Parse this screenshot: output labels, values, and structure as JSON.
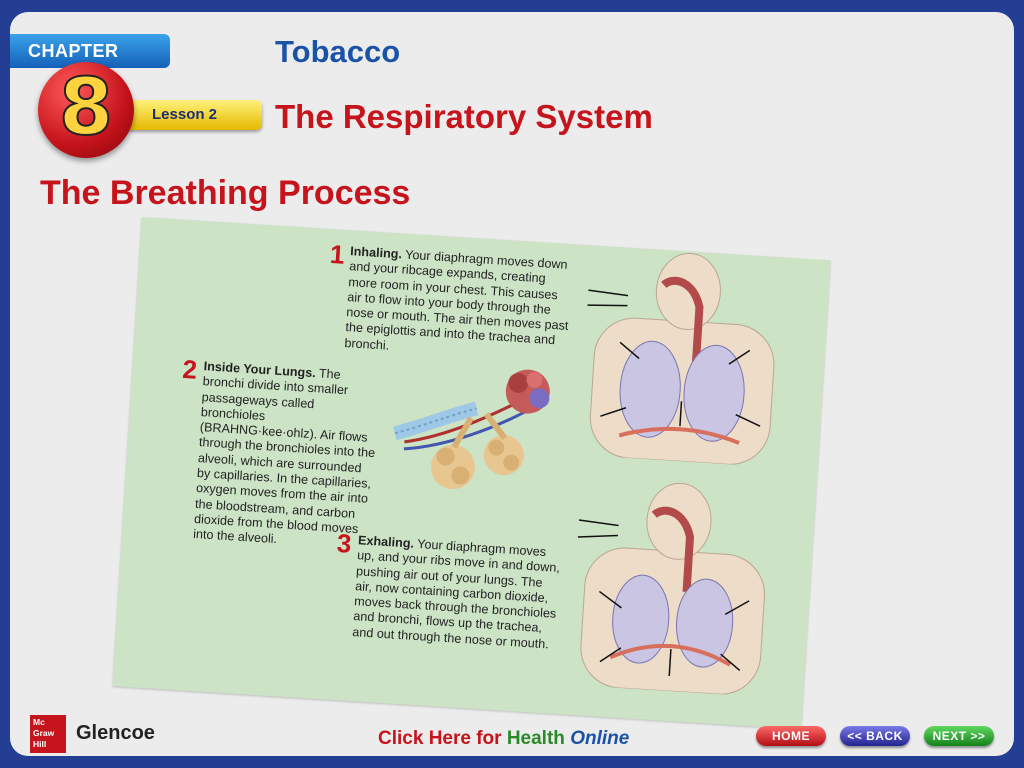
{
  "header": {
    "chapter_label": "CHAPTER",
    "chapter_number": "8",
    "lesson_label": "Lesson 2",
    "unit_title": "Tobacco",
    "lesson_title": "The Respiratory System"
  },
  "slide": {
    "title": "The Breathing Process",
    "steps": [
      {
        "number": "1",
        "heading": "Inhaling.",
        "text": " Your diaphragm moves down and your ribcage expands, creating more room in your chest. This causes air to flow into your body through the nose or mouth. The air then moves past the epiglottis and into the trachea and bronchi."
      },
      {
        "number": "2",
        "heading": "Inside Your Lungs.",
        "text": " The bronchi divide into smaller passageways called bronchioles (BRAHNG·kee·ohlz). Air flows through the bronchioles into the alveoli, which are surrounded by capillaries. In the capillaries, oxygen moves from the air into the bloodstream, and carbon dioxide from the blood moves into the alveoli."
      },
      {
        "number": "3",
        "heading": "Exhaling.",
        "text": " Your diaphragm moves up, and your ribs move in and down, pushing air out of your lungs. The air, now containing carbon dioxide, moves back through the bronchioles and bronchi, flows up the trachea, and out through the nose or mouth."
      }
    ]
  },
  "footer": {
    "publisher_logo": [
      "Mc",
      "Graw",
      "Hill"
    ],
    "publisher_name": "Glencoe",
    "online_link": {
      "part1": "Click Here for ",
      "part2": "Health ",
      "part3": "Online"
    },
    "nav": {
      "home": "HOME",
      "back": "<< BACK",
      "next": "NEXT >>"
    }
  },
  "colors": {
    "title_red": "#c6141c",
    "unit_blue": "#1a52a8",
    "panel_green": "#cde3c6",
    "frame_blue": "#233e93"
  }
}
